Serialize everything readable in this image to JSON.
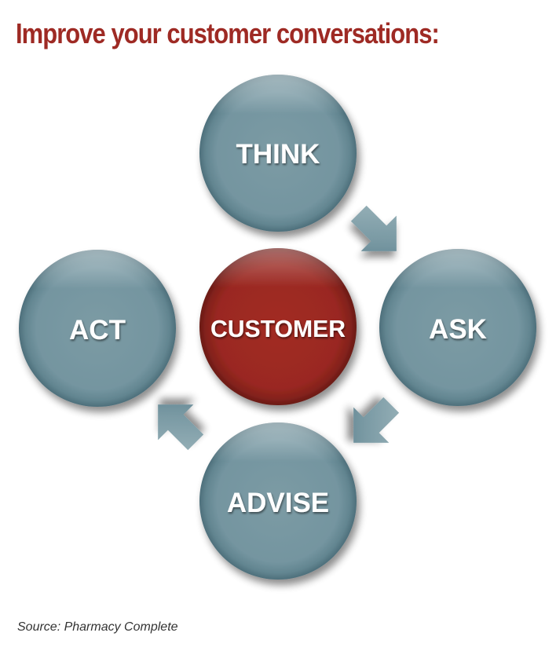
{
  "title": "Improve your customer conversations:",
  "nodes": {
    "think": "THINK",
    "ask": "ASK",
    "advise": "ADVISE",
    "act": "ACT",
    "center": "CUSTOMER"
  },
  "source": "Source: Pharmacy Complete",
  "colors": {
    "title": "#9e2a24",
    "outer_circle": "#7a99a3",
    "center_circle": "#9b2a22",
    "arrow": "#7d9ca5",
    "node_text": "#ffffff"
  }
}
